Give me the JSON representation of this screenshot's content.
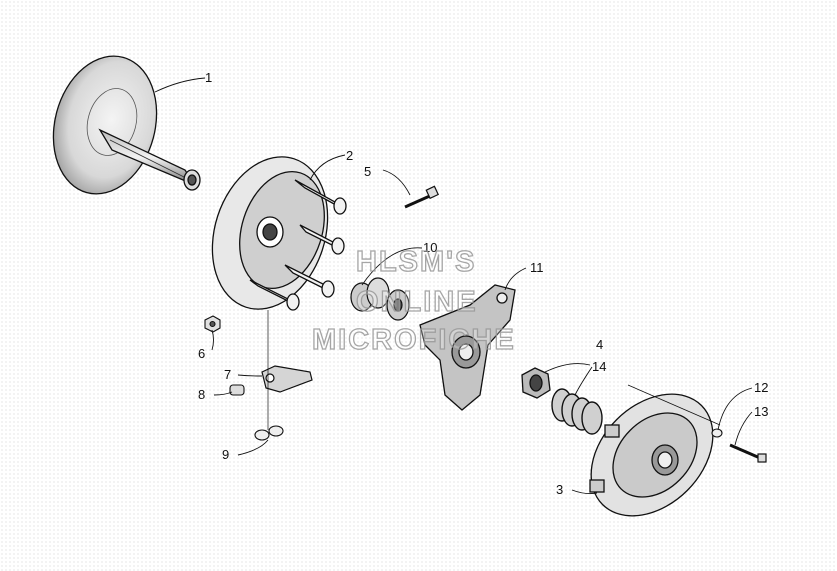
{
  "callouts": [
    {
      "num": "1"
    },
    {
      "num": "2"
    },
    {
      "num": "3"
    },
    {
      "num": "4"
    },
    {
      "num": "5"
    },
    {
      "num": "6"
    },
    {
      "num": "7"
    },
    {
      "num": "8"
    },
    {
      "num": "9"
    },
    {
      "num": "10"
    },
    {
      "num": "11"
    },
    {
      "num": "12"
    },
    {
      "num": "13"
    },
    {
      "num": "14"
    }
  ],
  "watermark": {
    "line1": "HLSM'S",
    "line2": "ONLINE",
    "line3": "MICROFICHE"
  },
  "colors": {
    "ink": "#111111",
    "watermark_outline": "#969696"
  }
}
